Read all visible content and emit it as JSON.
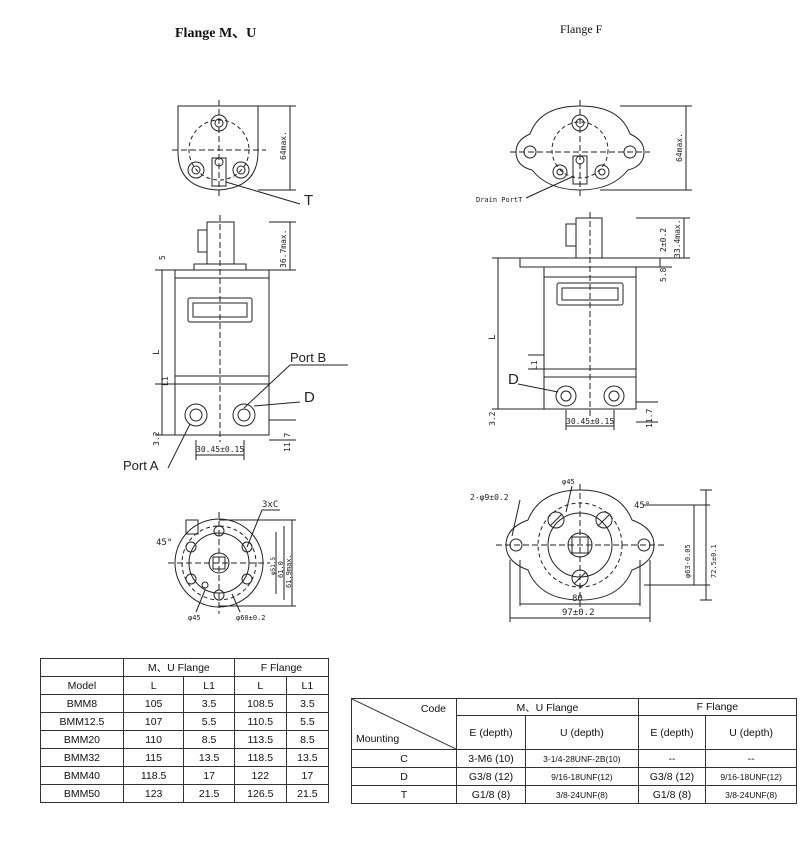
{
  "titles": {
    "mu": "Flange  M、U",
    "f": "Flange  F"
  },
  "drawing_labels": {
    "t": "T",
    "max64": "64max.",
    "max36": "36.7max.",
    "five": "5",
    "l": "L",
    "l1": "L1",
    "port_b": "Port B",
    "port_a": "Port A",
    "d": "D",
    "d_right": "D",
    "h32": "3.2",
    "h117": "11.7",
    "spacing": "30.45±0.15",
    "bolts": "3xC",
    "ang45": "45°",
    "dim1": "φ51.5",
    "dim2": "61.0",
    "dim3": "61.9max.",
    "d45": "φ45",
    "d60": "φ60±0.2",
    "drain": "Drain PortT",
    "max64f": "64max.",
    "max334": "33.4max.",
    "t2": "2±0.2",
    "t58": "5.8",
    "l_f": "L",
    "l1_f": "L1",
    "h32_f": "3.2",
    "h117_f": "11.7",
    "spacing_f": "30.45±0.15",
    "holes": "2-φ9±0.2",
    "d45_f": "φ45",
    "ang45_f": "45°",
    "d63": "φ63-0.05",
    "d725": "72.5±0.1",
    "w80": "80",
    "w97": "97±0.2"
  },
  "table_dims": {
    "headers": {
      "mu": "M、U Flange",
      "f": "F Flange",
      "model": "Model",
      "l": "L",
      "l1": "L1",
      "l_2": "L",
      "l1_2": "L1"
    },
    "rows": [
      [
        "BMM8",
        "105",
        "3.5",
        "108.5",
        "3.5"
      ],
      [
        "BMM12.5",
        "107",
        "5.5",
        "110.5",
        "5.5"
      ],
      [
        "BMM20",
        "110",
        "8.5",
        "113.5",
        "8.5"
      ],
      [
        "BMM32",
        "115",
        "13.5",
        "118.5",
        "13.5"
      ],
      [
        "BMM40",
        "118.5",
        "17",
        "122",
        "17"
      ],
      [
        "BMM50",
        "123",
        "21.5",
        "126.5",
        "21.5"
      ]
    ]
  },
  "table_ports": {
    "headers": {
      "mu": "M、U Flange",
      "f": "F Flange",
      "code": "Code",
      "mounting": "Mounting",
      "e1": "E (depth)",
      "u1": "U (depth)",
      "e2": "E (depth)",
      "u2": "U (depth)"
    },
    "rows": [
      [
        "C",
        "3-M6   (10)",
        "3-1/4-28UNF-2B(10)",
        "--",
        "--"
      ],
      [
        "D",
        "G3/8   (12)",
        "9/16-18UNF(12)",
        "G3/8   (12)",
        "9/16-18UNF(12)"
      ],
      [
        "T",
        "G1/8   (8)",
        "3/8-24UNF(8)",
        "G1/8   (8)",
        "3/8-24UNF(8)"
      ]
    ]
  }
}
